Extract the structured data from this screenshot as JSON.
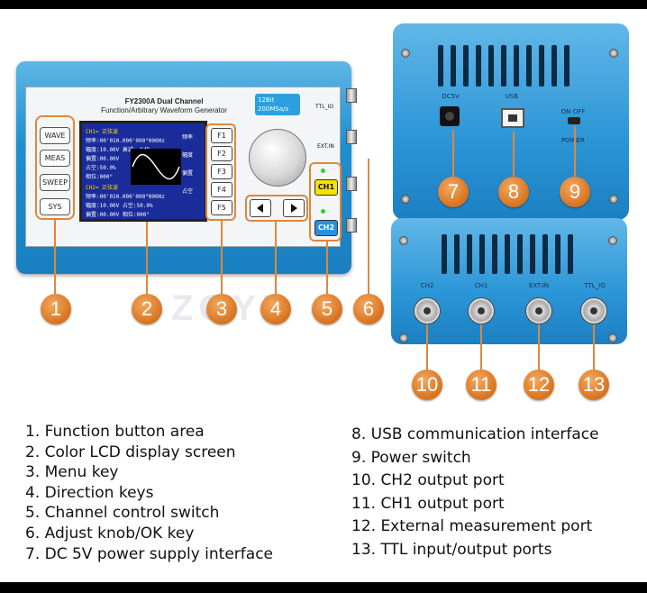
{
  "device": {
    "model_line1": "FY2300A Dual Channel",
    "model_line2": "Function/Arbitrary Waveform Generator",
    "badge_line1": "12Bit",
    "badge_line2": "200MSa/s",
    "function_keys": [
      "WAVE",
      "MEAS",
      "SWEEP",
      "SYS"
    ],
    "menu_keys": [
      "F1",
      "F2",
      "F3",
      "F4",
      "F5"
    ],
    "channel_keys": [
      "CH1",
      "CH2"
    ],
    "front_ports": [
      "TTL_IO",
      "EXT.IN"
    ],
    "lcd": {
      "rows": [
        "CH1= 正弦波",
        "频率:00'010.000'000\"000Hz",
        "幅度:10.00V   衰减: 0dB",
        "偏置:00.00V",
        "占空:50.0%",
        "相位:000°",
        "CH2= 正弦波",
        "频率:00'010.000'000\"000Hz",
        "幅度:10.00V   占空:50.0%",
        "偏置:00.00V   相位:000°"
      ],
      "menu": [
        "频率",
        "幅度",
        "偏置",
        "占空"
      ]
    }
  },
  "rear_top": {
    "labels": [
      "DC5V",
      "USB",
      "ON  OFF",
      "POWER"
    ]
  },
  "rear_bottom": {
    "labels": [
      "CH2",
      "CH1",
      "EXT.IN",
      "TTL_IO"
    ]
  },
  "watermark": "ZOYI",
  "callouts": [
    "1",
    "2",
    "3",
    "4",
    "5",
    "6",
    "7",
    "8",
    "9",
    "10",
    "11",
    "12",
    "13"
  ],
  "legend_left": [
    "1. Function button area",
    "2. Color LCD display screen",
    "3. Menu key",
    "4. Direction keys",
    "5. Channel control switch",
    "6. Adjust knob/OK key",
    "7. DC 5V power supply interface"
  ],
  "legend_right": [
    "8. USB communication interface",
    "9. Power switch",
    "10. CH2 output port",
    "11. CH1 output port",
    "12. External measurement port",
    "13. TTL input/output ports"
  ],
  "colors": {
    "accent_orange": "#d7731f",
    "device_blue": "#1e8fd0",
    "ch1_key": "#f4e200",
    "ch2_key": "#2a8fe0",
    "lcd_bg": "#1a2b9a"
  }
}
